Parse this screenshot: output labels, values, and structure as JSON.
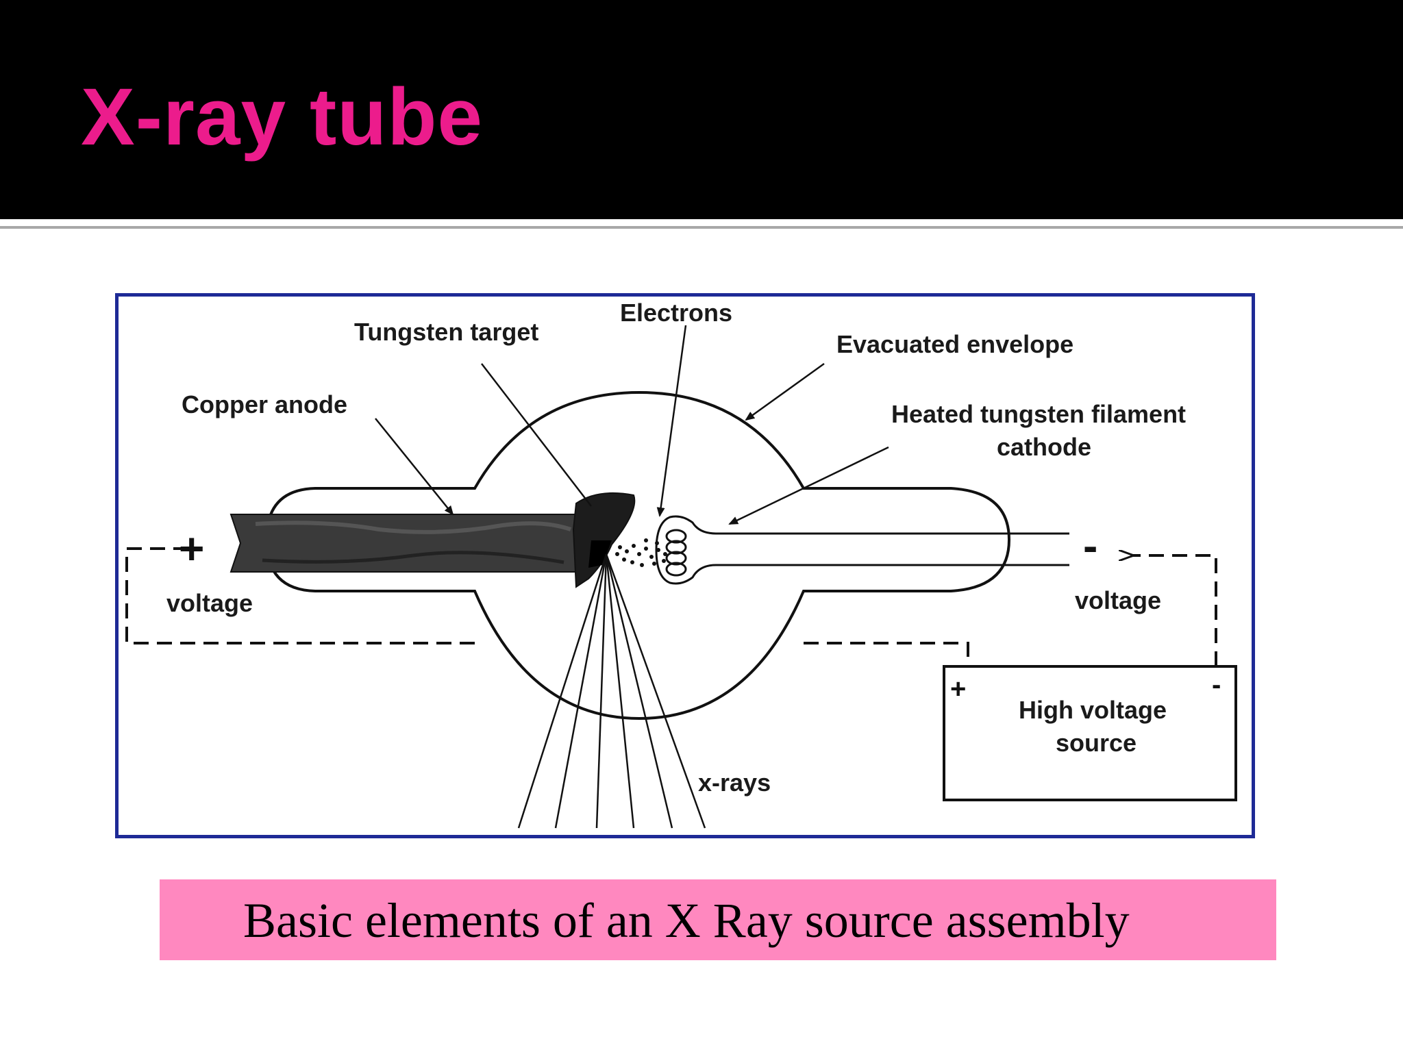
{
  "slide": {
    "title": "X-ray tube",
    "caption": "Basic elements of an X Ray source assembly"
  },
  "diagram": {
    "labels": {
      "tungsten_target": "Tungsten target",
      "electrons": "Electrons",
      "evacuated_envelope": "Evacuated envelope",
      "copper_anode": "Copper anode",
      "filament_line1": "Heated tungsten filament",
      "filament_line2": "cathode",
      "voltage_left": "voltage",
      "voltage_right": "voltage",
      "plus_left": "+",
      "minus_right": "-",
      "source_plus": "+",
      "source_minus": "-",
      "source_line1": "High voltage",
      "source_line2": "source",
      "xrays": "x-rays"
    }
  },
  "colors": {
    "title": "#ec1c8c",
    "title_bar": "#000000",
    "frame_border": "#1e2a96",
    "caption_bg": "#ff88bf"
  }
}
